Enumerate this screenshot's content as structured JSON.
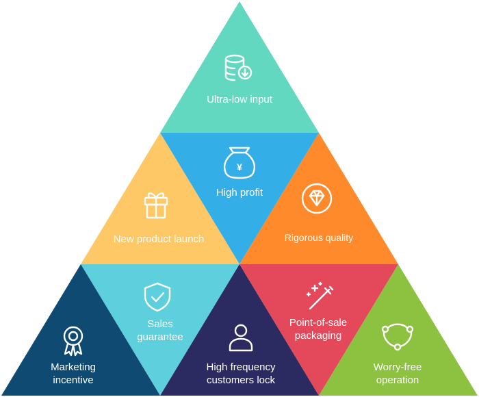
{
  "segments": {
    "ultra_low_input": {
      "label": "Ultra-low input",
      "color": "#62d8c0",
      "icon": "database-download-icon"
    },
    "high_profit": {
      "label": "High profit",
      "color": "#34aee6",
      "icon": "money-bag-yen-icon",
      "icon_glyph": "¥"
    },
    "new_product_launch": {
      "label": "New product launch",
      "color": "#fdc865",
      "icon": "gift-icon"
    },
    "rigorous_quality": {
      "label": "Rigorous quality",
      "color": "#ff8a2b",
      "icon": "diamond-icon"
    },
    "sales_guarantee": {
      "label_line1": "Sales",
      "label_line2": "guarantee",
      "color": "#5dcfdd",
      "icon": "shield-check-icon"
    },
    "marketing_incentive": {
      "label_line1": "Marketing",
      "label_line2": "incentive",
      "color": "#0f4a73",
      "icon": "award-ribbon-icon"
    },
    "high_frequency_customers_lock": {
      "label_line1": "High frequency",
      "label_line2": "customers lock",
      "color": "#2b2b62",
      "icon": "user-icon"
    },
    "point_of_sale_packaging": {
      "label_line1": "Point-of-sale",
      "label_line2": "packaging",
      "color": "#e3495a",
      "icon": "magic-wand-icon"
    },
    "worry_free_operation": {
      "label_line1": "Worry-free",
      "label_line2": "operation",
      "color": "#8cc240",
      "icon": "share-nodes-icon"
    }
  }
}
